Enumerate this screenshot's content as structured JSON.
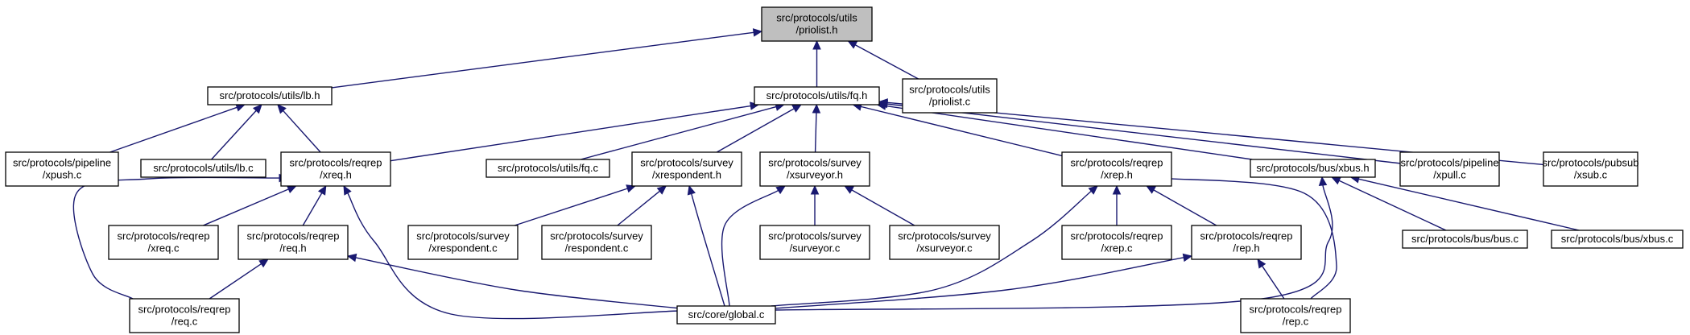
{
  "graph": {
    "edge_color": "#191970",
    "root_fill": "#bfbfbf",
    "node_border": "#000000",
    "nodes": [
      {
        "id": "priolist_h",
        "lines": [
          "src/protocols/utils",
          "/priolist.h"
        ],
        "highlighted": true
      },
      {
        "id": "lb_h",
        "lines": [
          "src/protocols/utils/lb.h"
        ]
      },
      {
        "id": "fq_h",
        "lines": [
          "src/protocols/utils/fq.h"
        ]
      },
      {
        "id": "priolist_c",
        "lines": [
          "src/protocols/utils",
          "/priolist.c"
        ]
      },
      {
        "id": "xpush_c",
        "lines": [
          "src/protocols/pipeline",
          "/xpush.c"
        ]
      },
      {
        "id": "lb_c",
        "lines": [
          "src/protocols/utils/lb.c"
        ]
      },
      {
        "id": "xreq_h",
        "lines": [
          "src/protocols/reqrep",
          "/xreq.h"
        ]
      },
      {
        "id": "fq_c",
        "lines": [
          "src/protocols/utils/fq.c"
        ]
      },
      {
        "id": "xrespondent_h",
        "lines": [
          "src/protocols/survey",
          "/xrespondent.h"
        ]
      },
      {
        "id": "xsurveyor_h",
        "lines": [
          "src/protocols/survey",
          "/xsurveyor.h"
        ]
      },
      {
        "id": "xrep_h",
        "lines": [
          "src/protocols/reqrep",
          "/xrep.h"
        ]
      },
      {
        "id": "xbus_h",
        "lines": [
          "src/protocols/bus/xbus.h"
        ]
      },
      {
        "id": "xpull_c",
        "lines": [
          "src/protocols/pipeline",
          "/xpull.c"
        ]
      },
      {
        "id": "xsub_c",
        "lines": [
          "src/protocols/pubsub",
          "/xsub.c"
        ]
      },
      {
        "id": "xreq_c",
        "lines": [
          "src/protocols/reqrep",
          "/xreq.c"
        ]
      },
      {
        "id": "req_h",
        "lines": [
          "src/protocols/reqrep",
          "/req.h"
        ]
      },
      {
        "id": "xrespondent_c",
        "lines": [
          "src/protocols/survey",
          "/xrespondent.c"
        ]
      },
      {
        "id": "respondent_c",
        "lines": [
          "src/protocols/survey",
          "/respondent.c"
        ]
      },
      {
        "id": "surveyor_c",
        "lines": [
          "src/protocols/survey",
          "/surveyor.c"
        ]
      },
      {
        "id": "xsurveyor_c",
        "lines": [
          "src/protocols/survey",
          "/xsurveyor.c"
        ]
      },
      {
        "id": "xrep_c",
        "lines": [
          "src/protocols/reqrep",
          "/xrep.c"
        ]
      },
      {
        "id": "rep_h",
        "lines": [
          "src/protocols/reqrep",
          "/rep.h"
        ]
      },
      {
        "id": "bus_c",
        "lines": [
          "src/protocols/bus/bus.c"
        ]
      },
      {
        "id": "xbus_c",
        "lines": [
          "src/protocols/bus/xbus.c"
        ]
      },
      {
        "id": "req_c",
        "lines": [
          "src/protocols/reqrep",
          "/req.c"
        ]
      },
      {
        "id": "global_c",
        "lines": [
          "src/core/global.c"
        ]
      },
      {
        "id": "rep_c",
        "lines": [
          "src/protocols/reqrep",
          "/rep.c"
        ]
      }
    ],
    "edges": [
      {
        "from": "lb_h",
        "to": "priolist_h"
      },
      {
        "from": "fq_h",
        "to": "priolist_h"
      },
      {
        "from": "priolist_c",
        "to": "priolist_h"
      },
      {
        "from": "xpush_c",
        "to": "lb_h"
      },
      {
        "from": "lb_c",
        "to": "lb_h"
      },
      {
        "from": "xreq_h",
        "to": "lb_h"
      },
      {
        "from": "xreq_h",
        "to": "fq_h"
      },
      {
        "from": "fq_c",
        "to": "fq_h"
      },
      {
        "from": "xrespondent_h",
        "to": "fq_h"
      },
      {
        "from": "xsurveyor_h",
        "to": "fq_h"
      },
      {
        "from": "xrep_h",
        "to": "fq_h"
      },
      {
        "from": "xbus_h",
        "to": "fq_h"
      },
      {
        "from": "xpull_c",
        "to": "fq_h"
      },
      {
        "from": "xsub_c",
        "to": "fq_h"
      },
      {
        "from": "xreq_c",
        "to": "xreq_h"
      },
      {
        "from": "req_h",
        "to": "xreq_h"
      },
      {
        "from": "req_c",
        "to": "xreq_h"
      },
      {
        "from": "global_c",
        "to": "xreq_h"
      },
      {
        "from": "xrespondent_c",
        "to": "xrespondent_h"
      },
      {
        "from": "respondent_c",
        "to": "xrespondent_h"
      },
      {
        "from": "global_c",
        "to": "xrespondent_h"
      },
      {
        "from": "surveyor_c",
        "to": "xsurveyor_h"
      },
      {
        "from": "xsurveyor_c",
        "to": "xsurveyor_h"
      },
      {
        "from": "global_c",
        "to": "xsurveyor_h"
      },
      {
        "from": "xrep_c",
        "to": "xrep_h"
      },
      {
        "from": "rep_h",
        "to": "xrep_h"
      },
      {
        "from": "rep_c",
        "to": "xrep_h"
      },
      {
        "from": "global_c",
        "to": "xrep_h"
      },
      {
        "from": "bus_c",
        "to": "xbus_h"
      },
      {
        "from": "xbus_c",
        "to": "xbus_h"
      },
      {
        "from": "global_c",
        "to": "xbus_h"
      },
      {
        "from": "req_c",
        "to": "req_h"
      },
      {
        "from": "global_c",
        "to": "req_h"
      },
      {
        "from": "rep_c",
        "to": "rep_h"
      },
      {
        "from": "global_c",
        "to": "rep_h"
      }
    ]
  }
}
